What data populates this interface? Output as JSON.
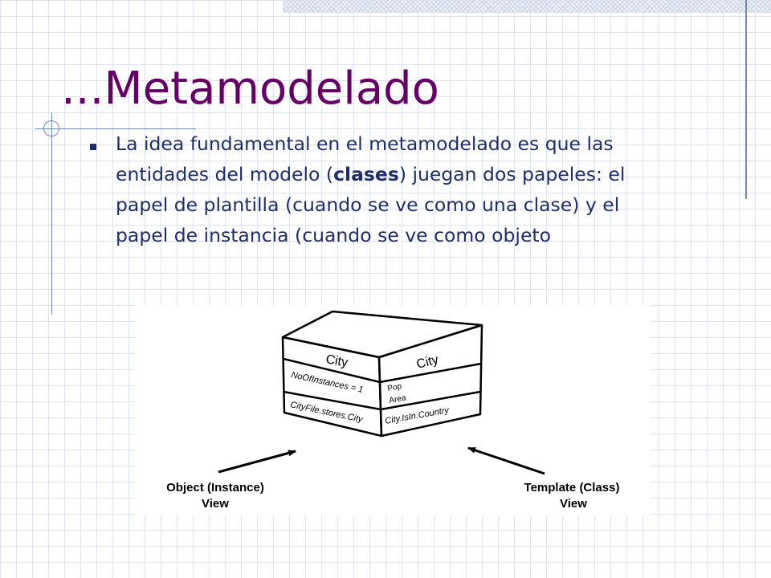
{
  "slide": {
    "title": "...Metamodelado",
    "bullet": {
      "pre": "La idea fundamental en el metamodelado es que las entidades del modelo (",
      "bold": "clases",
      "post": ") juegan dos papeles: el papel de plantilla (cuando se ve como una clase) y el papel de instancia (cuando se ve como objeto"
    }
  },
  "diagram": {
    "left_face": {
      "name": "City",
      "attribute": "NoOfInstances = 1",
      "method": "CityFile.stores.City"
    },
    "right_face": {
      "name": "City",
      "attribute_1": "Pop",
      "attribute_2": "Area",
      "method": "City.IsIn.Country"
    },
    "left_label_1": "Object (Instance)",
    "left_label_2": "View",
    "right_label_1": "Template (Class)",
    "right_label_2": "View"
  }
}
